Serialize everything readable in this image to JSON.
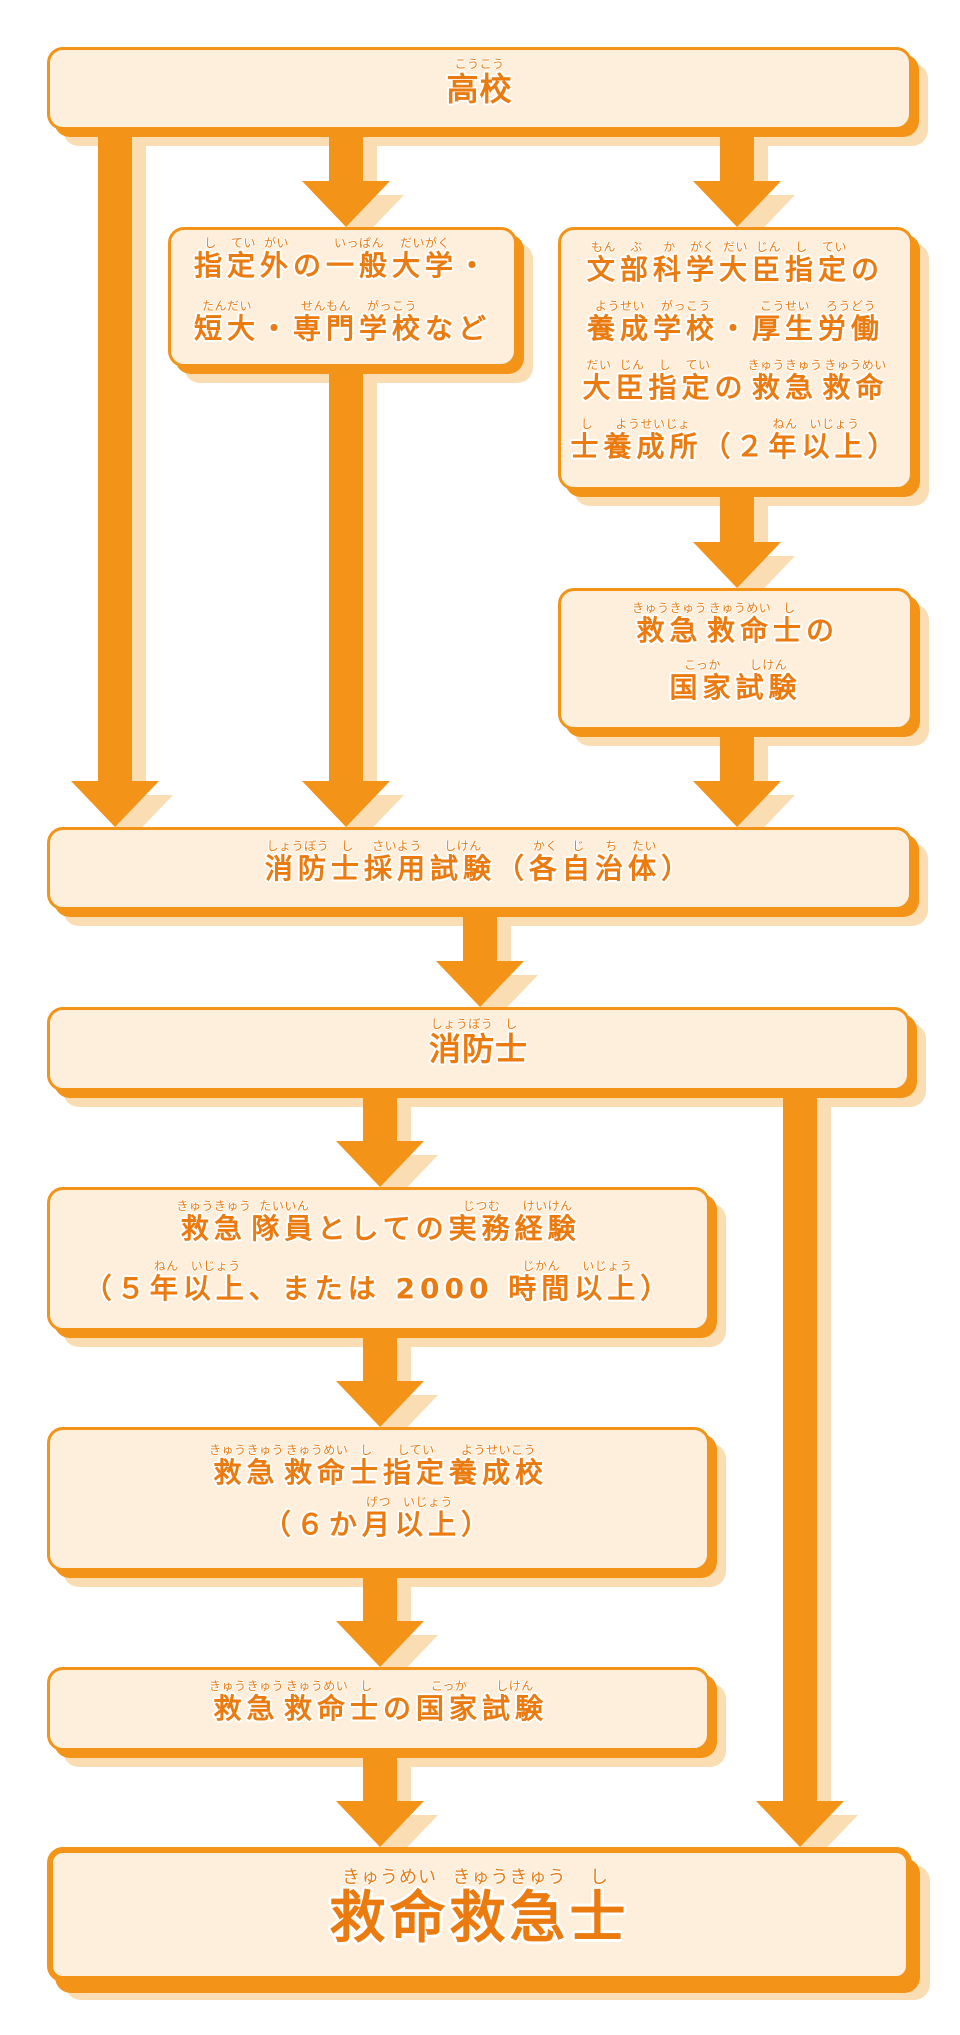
{
  "colors": {
    "accent": "#F39318",
    "shadow": "#FBDDB4",
    "box_fill": "#FDEFDC",
    "text": "#EB7A0F"
  },
  "boxes": {
    "high_school": {
      "lines": [
        [
          {
            "t": "高校",
            "r": "こうこう"
          }
        ]
      ]
    },
    "general_university": {
      "lines": [
        [
          {
            "t": "指",
            "r": "し"
          },
          {
            "t": "定",
            "r": "てい"
          },
          {
            "t": "外",
            "r": "がい"
          },
          {
            "t": "の"
          },
          {
            "t": "一般",
            "r": "いっぱん"
          },
          {
            "t": "大学",
            "r": "だいがく"
          },
          {
            "t": "・"
          }
        ],
        [
          {
            "t": "短大",
            "r": "たんだい"
          },
          {
            "t": "・"
          },
          {
            "t": "専門",
            "r": "せんもん"
          },
          {
            "t": "学校",
            "r": "がっこう"
          },
          {
            "t": "など"
          }
        ]
      ]
    },
    "designated_training_school": {
      "lines": [
        [
          {
            "t": "文",
            "r": "もん"
          },
          {
            "t": "部",
            "r": "ぶ"
          },
          {
            "t": "科",
            "r": "か"
          },
          {
            "t": "学",
            "r": "がく"
          },
          {
            "t": "大",
            "r": "だい"
          },
          {
            "t": "臣",
            "r": "じん"
          },
          {
            "t": "指",
            "r": "し"
          },
          {
            "t": "定",
            "r": "てい"
          },
          {
            "t": "の"
          }
        ],
        [
          {
            "t": "養成",
            "r": "ようせい"
          },
          {
            "t": "学校",
            "r": "がっこう"
          },
          {
            "t": "・"
          },
          {
            "t": "厚生",
            "r": "こうせい"
          },
          {
            "t": "労働",
            "r": "ろうどう"
          }
        ],
        [
          {
            "t": "大",
            "r": "だい"
          },
          {
            "t": "臣",
            "r": "じん"
          },
          {
            "t": "指",
            "r": "し"
          },
          {
            "t": "定",
            "r": "てい"
          },
          {
            "t": "の"
          },
          {
            "t": "救急",
            "r": "きゅうきゅう"
          },
          {
            "t": "救命",
            "r": "きゅうめい"
          }
        ],
        [
          {
            "t": "士",
            "r": "し"
          },
          {
            "t": "養成所",
            "r": "ようせいじょ"
          },
          {
            "t": "（２"
          },
          {
            "t": "年",
            "r": "ねん"
          },
          {
            "t": "以上",
            "r": "いじょう"
          },
          {
            "t": "）"
          }
        ]
      ]
    },
    "paramedic_exam_upper": {
      "lines": [
        [
          {
            "t": "救急",
            "r": "きゅうきゅう"
          },
          {
            "t": "救命",
            "r": "きゅうめい"
          },
          {
            "t": "士",
            "r": "し"
          },
          {
            "t": "の"
          }
        ],
        [
          {
            "t": "国家",
            "r": "こっか"
          },
          {
            "t": "試験",
            "r": "しけん"
          }
        ]
      ]
    },
    "firefighter_recruitment_exam": {
      "lines": [
        [
          {
            "t": "消防",
            "r": "しょうぼう"
          },
          {
            "t": "士",
            "r": "し"
          },
          {
            "t": "採用",
            "r": "さいよう"
          },
          {
            "t": "試験",
            "r": "しけん"
          },
          {
            "t": "（"
          },
          {
            "t": "各",
            "r": "かく"
          },
          {
            "t": "自",
            "r": "じ"
          },
          {
            "t": "治",
            "r": "ち"
          },
          {
            "t": "体",
            "r": "たい"
          },
          {
            "t": "）"
          }
        ]
      ]
    },
    "firefighter": {
      "lines": [
        [
          {
            "t": "消防",
            "r": "しょうぼう"
          },
          {
            "t": "士",
            "r": "し"
          }
        ]
      ]
    },
    "ems_experience": {
      "lines": [
        [
          {
            "t": "救急",
            "r": "きゅうきゅう"
          },
          {
            "t": "隊員",
            "r": "たいいん"
          },
          {
            "t": "としての"
          },
          {
            "t": "実務",
            "r": "じつむ"
          },
          {
            "t": "経験",
            "r": "けいけん"
          }
        ],
        [
          {
            "t": "（５"
          },
          {
            "t": "年",
            "r": "ねん"
          },
          {
            "t": "以上",
            "r": "いじょう"
          },
          {
            "t": "、または 2000 "
          },
          {
            "t": "時間",
            "r": "じかん"
          },
          {
            "t": "以上",
            "r": "いじょう"
          },
          {
            "t": "）"
          }
        ]
      ]
    },
    "paramedic_designated_school": {
      "lines": [
        [
          {
            "t": "救急",
            "r": "きゅうきゅう"
          },
          {
            "t": "救命",
            "r": "きゅうめい"
          },
          {
            "t": "士",
            "r": "し"
          },
          {
            "t": "指定",
            "r": "してい"
          },
          {
            "t": "養成校",
            "r": "ようせいこう"
          }
        ],
        [
          {
            "t": "（６か"
          },
          {
            "t": "月",
            "r": "げつ"
          },
          {
            "t": "以上",
            "r": "いじょう"
          },
          {
            "t": "）"
          }
        ]
      ]
    },
    "paramedic_exam_lower": {
      "lines": [
        [
          {
            "t": "救急",
            "r": "きゅうきゅう"
          },
          {
            "t": "救命",
            "r": "きゅうめい"
          },
          {
            "t": "士",
            "r": "し"
          },
          {
            "t": "の"
          },
          {
            "t": "国家",
            "r": "こっか"
          },
          {
            "t": "試験",
            "r": "しけん"
          }
        ]
      ]
    },
    "paramedic": {
      "lines": [
        [
          {
            "t": "救命",
            "r": "きゅうめい"
          },
          {
            "t": "救急",
            "r": "きゅうきゅう"
          },
          {
            "t": "士",
            "r": "し"
          }
        ]
      ]
    }
  }
}
